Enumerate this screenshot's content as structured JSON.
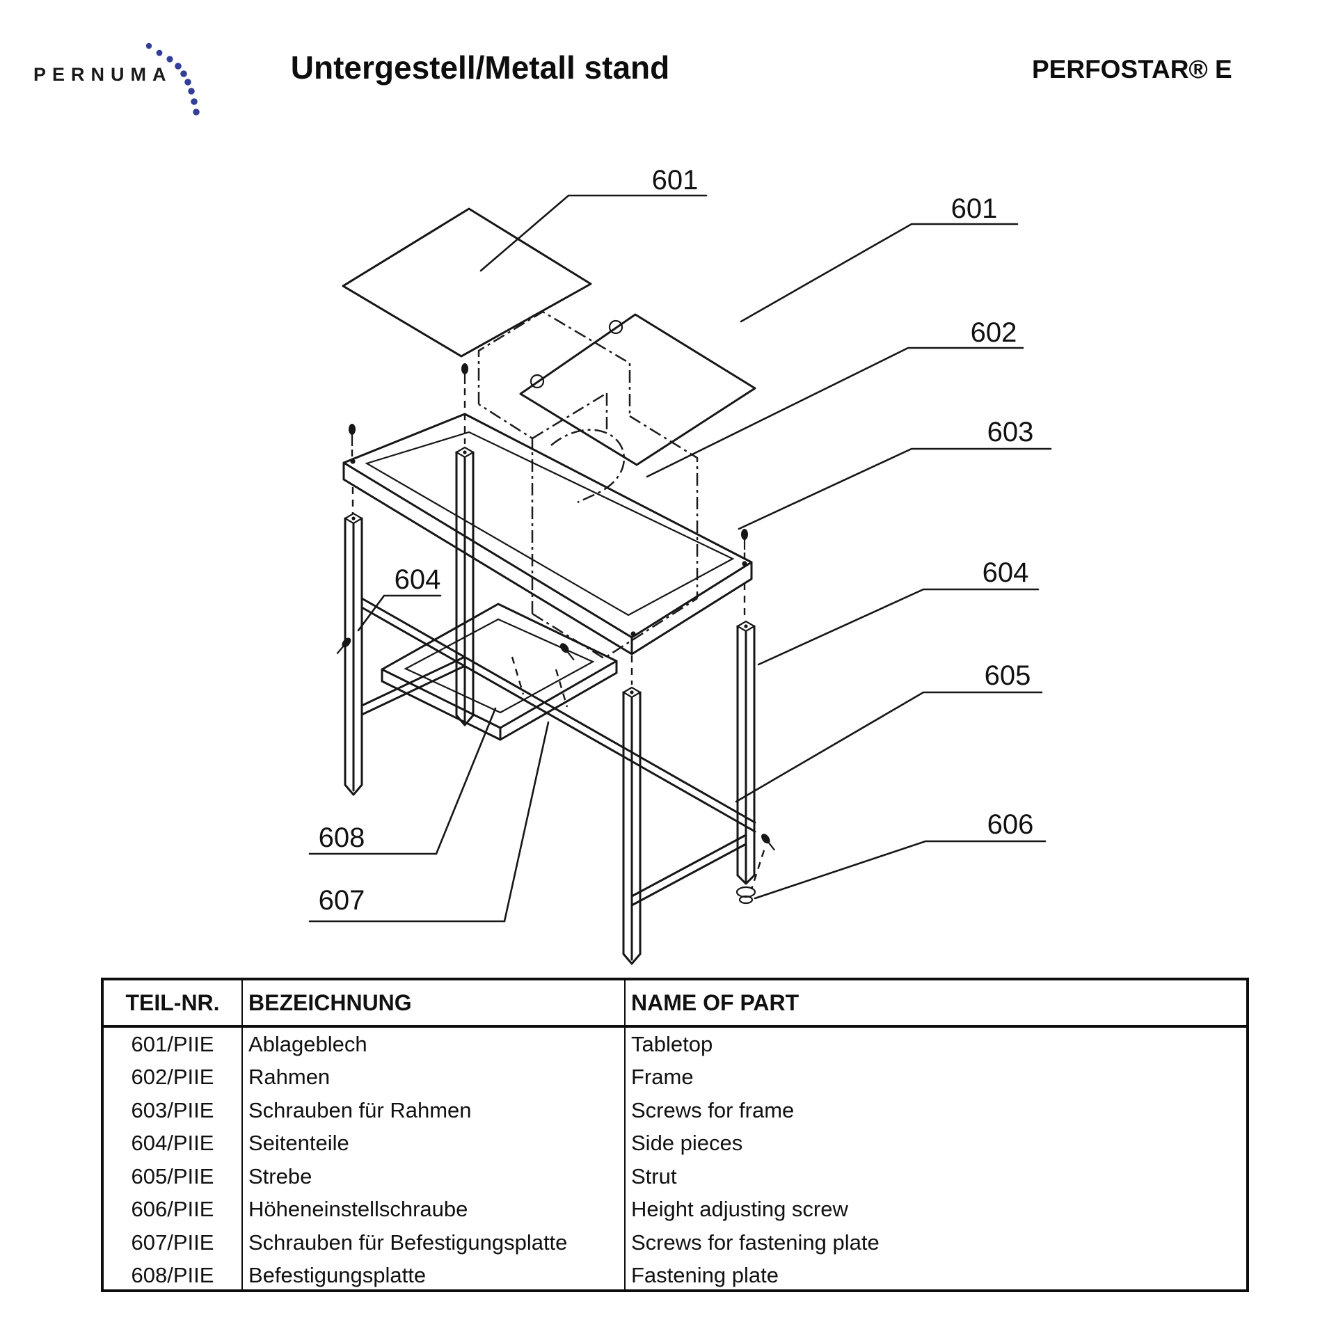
{
  "header": {
    "logo": "PERNUMA",
    "title": "Untergestell/Metall stand",
    "product": "PERFOSTAR® E",
    "logo_dot_color": "#333f96"
  },
  "diagram": {
    "callouts": {
      "plate1": "601",
      "plate2": "601",
      "frame": "602",
      "frame_screws": "603",
      "side_left": "604",
      "side_right": "604",
      "strut": "605",
      "height_screw": "606",
      "plate_screws": "607",
      "fastening_plate": "608"
    }
  },
  "table": {
    "headers": {
      "part": "TEIL-NR.",
      "de": "BEZEICHNUNG",
      "en": "NAME OF PART"
    },
    "rows": [
      {
        "part": "601/PIIE",
        "de": "Ablageblech",
        "en": "Tabletop"
      },
      {
        "part": "602/PIIE",
        "de": "Rahmen",
        "en": "Frame"
      },
      {
        "part": "603/PIIE",
        "de": "Schrauben für Rahmen",
        "en": "Screws for frame"
      },
      {
        "part": "604/PIIE",
        "de": "Seitenteile",
        "en": "Side pieces"
      },
      {
        "part": "605/PIIE",
        "de": "Strebe",
        "en": "Strut"
      },
      {
        "part": "606/PIIE",
        "de": "Höheneinstellschraube",
        "en": "Height adjusting screw"
      },
      {
        "part": "607/PIIE",
        "de": "Schrauben für Befestigungsplatte",
        "en": "Screws for fastening plate"
      },
      {
        "part": "608/PIIE",
        "de": "Befestigungsplatte",
        "en": "Fastening plate"
      }
    ]
  }
}
